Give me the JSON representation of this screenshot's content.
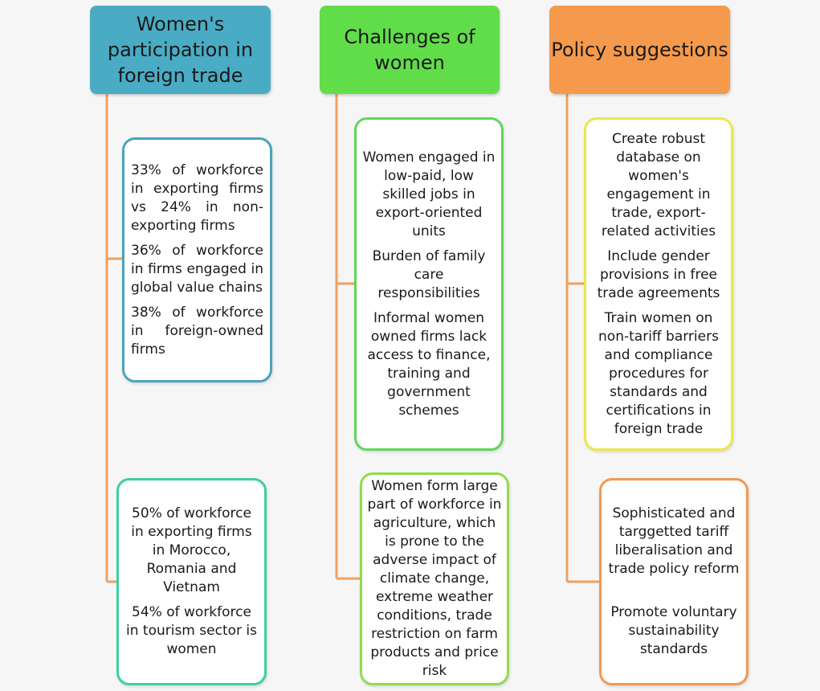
{
  "colors": {
    "connector": "#f0a060",
    "header_blue": "#4aabc4",
    "header_green": "#62dd4a",
    "header_orange": "#f59a4c",
    "border_blue": "#4aa3be",
    "border_teal": "#3fcf9f",
    "border_green": "#5fd65a",
    "border_lightgreen": "#8fdc4a",
    "border_yellow": "#ece74a",
    "border_orange": "#f09a55"
  },
  "columns": [
    {
      "header": "Women's participation in foreign trade",
      "boxes": [
        {
          "items": [
            "33% of workforce in exporting firms vs 24% in non-exporting firms",
            "36% of workforce in firms engaged in global value chains",
            "38% of workforce in foreign-owned firms"
          ]
        },
        {
          "items": [
            "50% of workforce in exporting firms in Morocco, Romania and Vietnam",
            "54% of workforce in tourism sector is women"
          ]
        }
      ]
    },
    {
      "header": "Challenges of women",
      "boxes": [
        {
          "items": [
            "Women engaged in low-paid, low skilled jobs in export-oriented units",
            "Burden of family care responsibilities",
            "Informal women owned firms lack access to finance, training and government schemes"
          ]
        },
        {
          "items": [
            "Women form large part of workforce in agriculture, which is prone to the adverse impact of climate change, extreme weather conditions, trade restriction on farm products and price risk"
          ]
        }
      ]
    },
    {
      "header": "Policy suggestions",
      "boxes": [
        {
          "items": [
            "Create robust database on women's engagement in trade, export-related activities",
            "Include gender provisions in free trade agreements",
            "Train women on non-tariff barriers and compliance procedures for standards and certifications in foreign trade"
          ]
        },
        {
          "items": [
            "Sophisticated and targgetted tariff liberalisation and trade policy reform",
            "Promote voluntary sustainability standards"
          ]
        }
      ]
    }
  ]
}
